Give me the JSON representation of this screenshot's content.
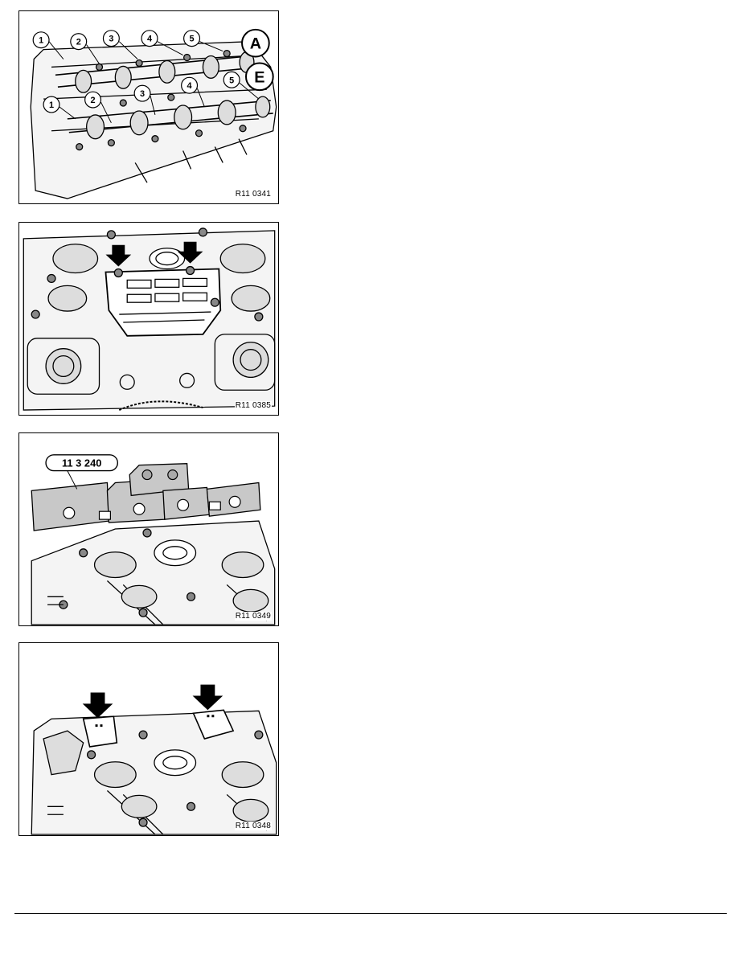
{
  "figures": [
    {
      "code": "R11 0341",
      "callouts_top": [
        "1",
        "2",
        "3",
        "4",
        "5"
      ],
      "callouts_bottom": [
        "1",
        "2",
        "3",
        "4",
        "5"
      ],
      "label_a": "A",
      "label_e": "E"
    },
    {
      "code": "R11 0385"
    },
    {
      "code": "R11 0349",
      "tool_label": "11 3 240"
    },
    {
      "code": "R11 0348"
    }
  ]
}
